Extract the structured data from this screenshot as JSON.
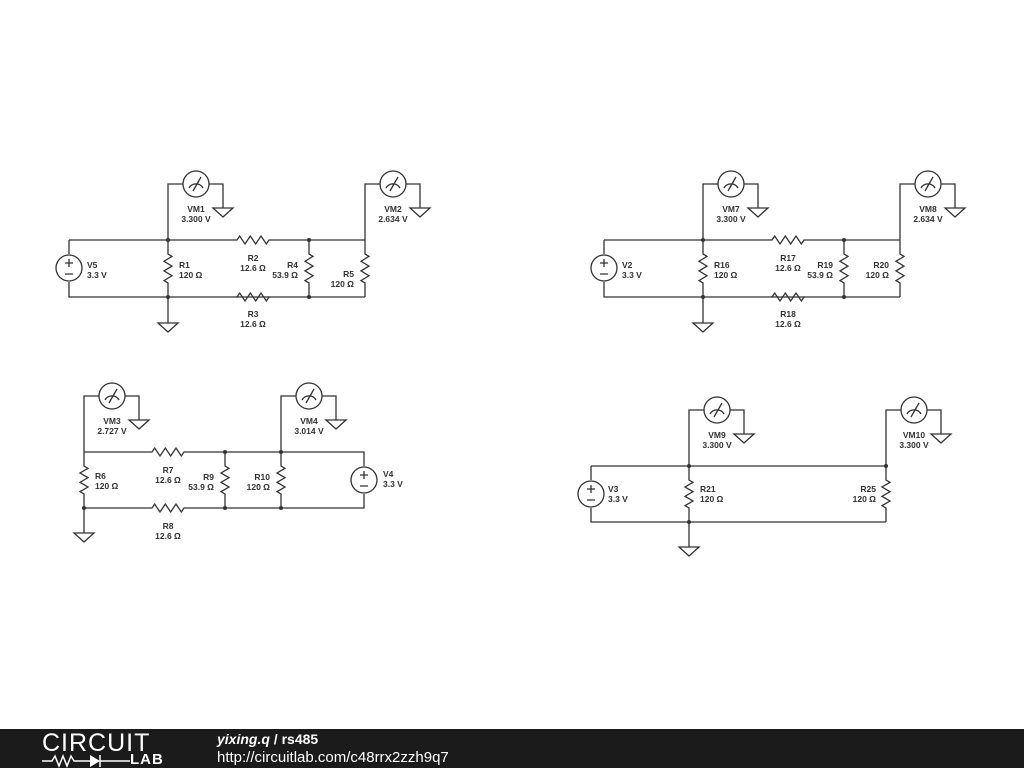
{
  "schematic": {
    "components": {
      "V5": {
        "name": "V5",
        "value": "3.3 V"
      },
      "V2": {
        "name": "V2",
        "value": "3.3 V"
      },
      "V3": {
        "name": "V3",
        "value": "3.3 V"
      },
      "V4": {
        "name": "V4",
        "value": "3.3 V"
      },
      "VM1": {
        "name": "VM1",
        "value": "3.300 V"
      },
      "VM2": {
        "name": "VM2",
        "value": "2.634 V"
      },
      "VM3": {
        "name": "VM3",
        "value": "2.727 V"
      },
      "VM4": {
        "name": "VM4",
        "value": "3.014 V"
      },
      "VM7": {
        "name": "VM7",
        "value": "3.300 V"
      },
      "VM8": {
        "name": "VM8",
        "value": "2.634 V"
      },
      "VM9": {
        "name": "VM9",
        "value": "3.300 V"
      },
      "VM10": {
        "name": "VM10",
        "value": "3.300 V"
      },
      "R1": {
        "name": "R1",
        "value": "120 Ω"
      },
      "R2": {
        "name": "R2",
        "value": "12.6 Ω"
      },
      "R3": {
        "name": "R3",
        "value": "12.6 Ω"
      },
      "R4": {
        "name": "R4",
        "value": "53.9 Ω"
      },
      "R5": {
        "name": "R5",
        "value": "120 Ω"
      },
      "R6": {
        "name": "R6",
        "value": "120 Ω"
      },
      "R7": {
        "name": "R7",
        "value": "12.6 Ω"
      },
      "R8": {
        "name": "R8",
        "value": "12.6 Ω"
      },
      "R9": {
        "name": "R9",
        "value": "53.9 Ω"
      },
      "R10": {
        "name": "R10",
        "value": "120 Ω"
      },
      "R16": {
        "name": "R16",
        "value": "120 Ω"
      },
      "R17": {
        "name": "R17",
        "value": "12.6 Ω"
      },
      "R18": {
        "name": "R18",
        "value": "12.6 Ω"
      },
      "R19": {
        "name": "R19",
        "value": "53.9 Ω"
      },
      "R20": {
        "name": "R20",
        "value": "120 Ω"
      },
      "R21": {
        "name": "R21",
        "value": "120 Ω"
      },
      "R25": {
        "name": "R25",
        "value": "120 Ω"
      }
    }
  },
  "footer": {
    "logo_top": "CIRCUIT",
    "logo_bottom": "LAB",
    "username": "yixing.q",
    "separator": " / ",
    "circuit_name": "rs485",
    "url": "http://circuitlab.com/c48rrx2zzh9q7"
  },
  "colors": {
    "wire": "#333333",
    "footer_bg": "#1b1b1b",
    "footer_text": "#ffffff"
  }
}
